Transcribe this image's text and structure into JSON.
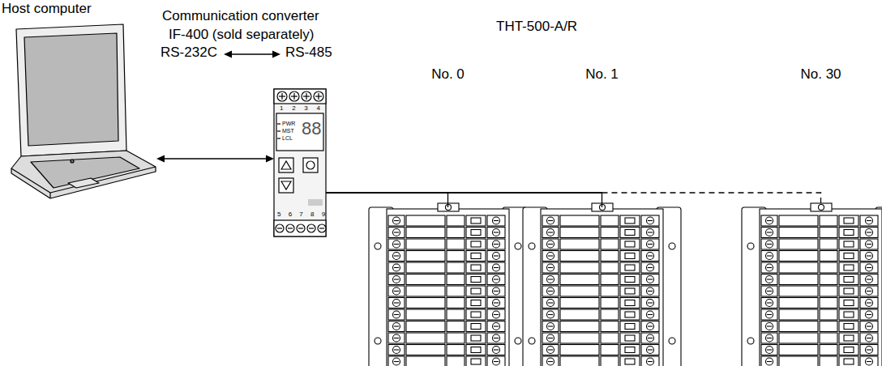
{
  "diagram": {
    "nodes": [
      {
        "text": [
          "Host computer"
        ]
      },
      {
        "text": [
          "Communication converter",
          "IF-400 (sold separately)"
        ]
      },
      {
        "text": [
          "No. 0"
        ]
      },
      {
        "text": [
          "No. 1"
        ]
      },
      {
        "text": [
          "No. 30"
        ]
      }
    ],
    "edges": [
      {
        "from": 0,
        "to": 1,
        "arrow": "both"
      },
      {
        "from": 1,
        "to": 2,
        "arrow": "none"
      },
      {
        "from": 1,
        "to": 3,
        "arrow": "none"
      },
      {
        "from": 1,
        "to": 4,
        "arrow": "none"
      }
    ],
    "labels": [
      "RS-232C",
      "RS-485",
      "THT-500-A/R",
      "1 2 3 4",
      "PWR",
      "MST",
      "LCL",
      "88",
      "5 6 7 8 9"
    ]
  }
}
